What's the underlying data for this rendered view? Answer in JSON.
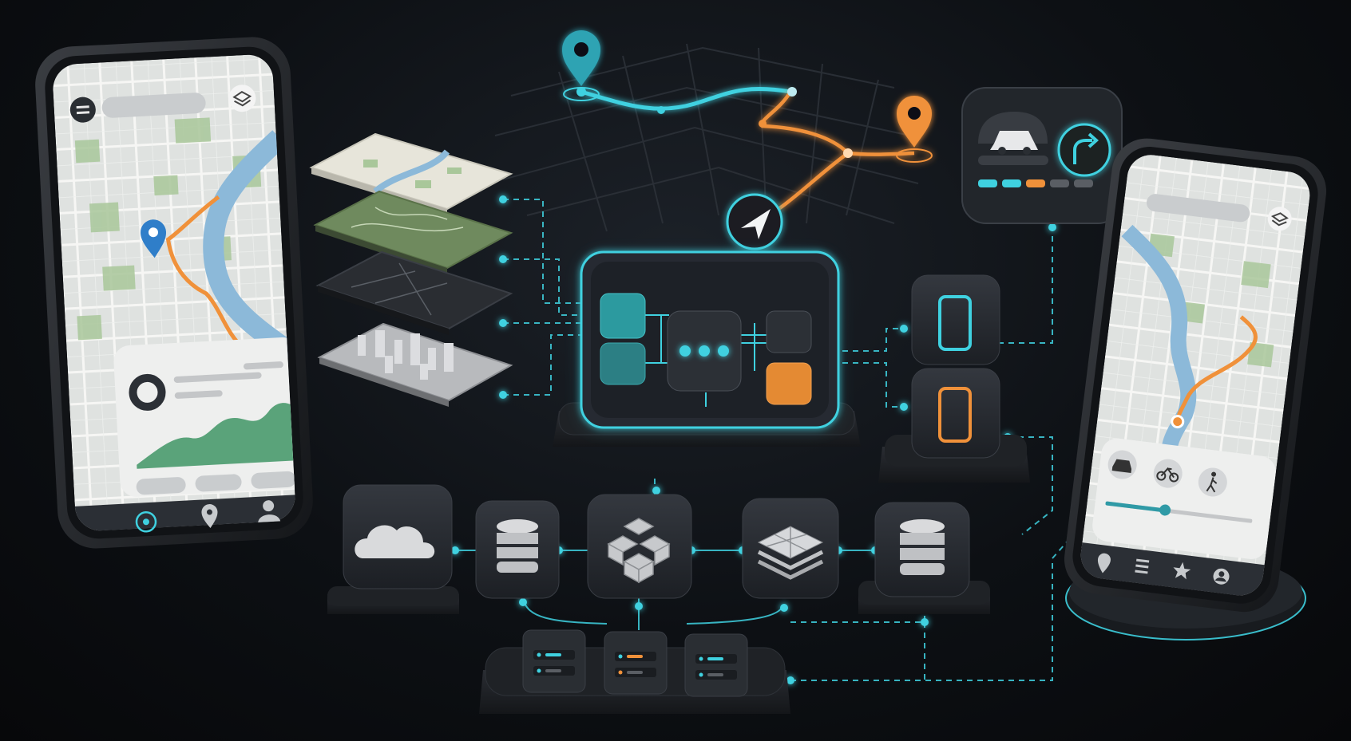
{
  "colors": {
    "background": "#0b0d10",
    "accent_cyan": "#3fd1e0",
    "accent_orange": "#f0913a",
    "pin_teal": "#2fa3b3",
    "pin_blue": "#2f7ec9",
    "panel_dark": "#24282e",
    "map_green": "#a9c79a",
    "map_water": "#8cb9d9"
  },
  "icons": {
    "left_phone_nav": [
      "target-icon",
      "location-pin-icon",
      "user-icon"
    ],
    "right_phone_nav": [
      "location-pin-icon",
      "list-icon",
      "star-icon",
      "user-icon"
    ],
    "right_phone_modes": [
      "car-icon",
      "bicycle-icon",
      "walking-icon"
    ],
    "map_layers": [
      "street-map-layer",
      "terrain-layer",
      "dark-map-layer",
      "3d-buildings-layer"
    ],
    "backend": [
      "cloud-icon",
      "database-icon",
      "cubes-icon",
      "map-tiles-icon",
      "database-icon"
    ],
    "devices": [
      "smartphone-icon",
      "smartphone-icon"
    ],
    "hub": "hub-processor",
    "navigation": "navigation-arrow-icon",
    "widget": [
      "car-icon",
      "turn-right-icon"
    ],
    "servers": [
      "server-icon",
      "server-icon",
      "server-icon"
    ]
  }
}
